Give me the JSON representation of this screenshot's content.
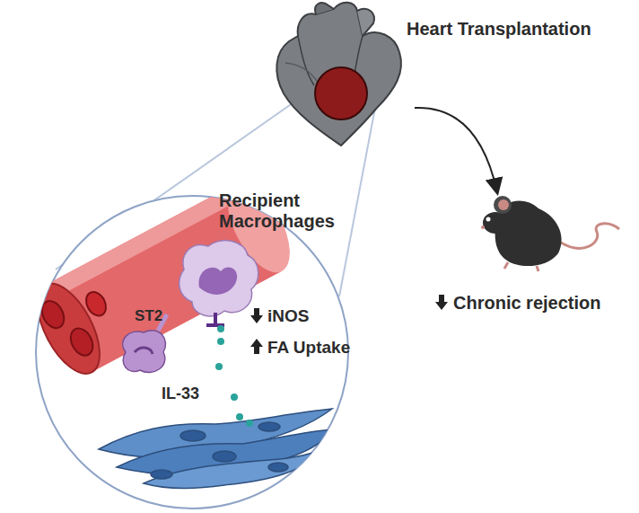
{
  "diagram": {
    "labels": [
      "Heart Transplantation",
      "Recipient Macrophages",
      "ST2",
      "iNOS",
      "FA Uptake",
      "IL-33",
      "Chronic rejection"
    ]
  }
}
